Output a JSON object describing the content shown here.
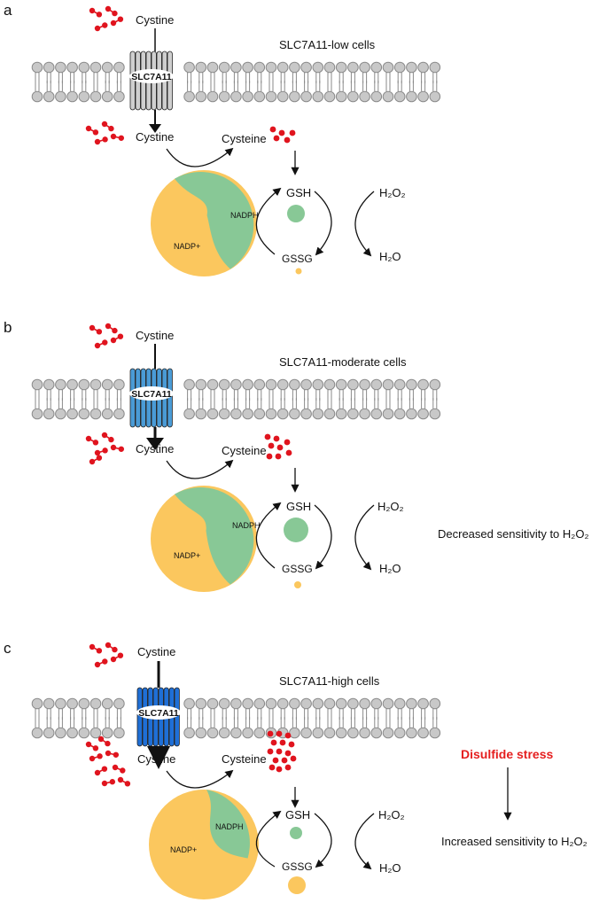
{
  "panels": [
    {
      "letter": "a",
      "cell_label": "SLC7A11-low cells",
      "transporter": "SLC7A11",
      "transporter_color": "#cfcfcf",
      "extracellular_substrate": "Cystine",
      "intracellular_substrate": "Cystine",
      "product": "Cysteine",
      "gsh": "GSH",
      "gssg": "GSSG",
      "h2o2": "H₂O₂",
      "h2o": "H₂O",
      "nadph": "NADPH",
      "nadp": "NADP+"
    },
    {
      "letter": "b",
      "cell_label": "SLC7A11-moderate cells",
      "transporter": "SLC7A11",
      "transporter_color": "#4a9bd6",
      "extracellular_substrate": "Cystine",
      "intracellular_substrate": "Cystine",
      "product": "Cysteine",
      "gsh": "GSH",
      "gssg": "GSSG",
      "h2o2": "H₂O₂",
      "h2o": "H₂O",
      "nadph": "NADPH",
      "nadp": "NADP+",
      "outcome": "Decreased sensitivity to H₂O₂"
    },
    {
      "letter": "c",
      "cell_label": "SLC7A11-high cells",
      "transporter": "SLC7A11",
      "transporter_color": "#1f6fd6",
      "extracellular_substrate": "Cystine",
      "intracellular_substrate": "Cystine",
      "product": "Cysteine",
      "gsh": "GSH",
      "gssg": "GSSG",
      "h2o2": "H₂O₂",
      "h2o": "H₂O",
      "nadph": "NADPH",
      "nadp": "NADP+",
      "stress": "Disulfide stress",
      "outcome": "Increased sensitivity to H₂O₂"
    }
  ],
  "colors": {
    "cystine_dot": "#e0141e",
    "nadph": "#88c896",
    "nadp": "#fbc75e",
    "lipid_head": "#c8c8c8",
    "lipid_stroke": "#8a8a8a",
    "stress_text": "#e51e1e"
  }
}
